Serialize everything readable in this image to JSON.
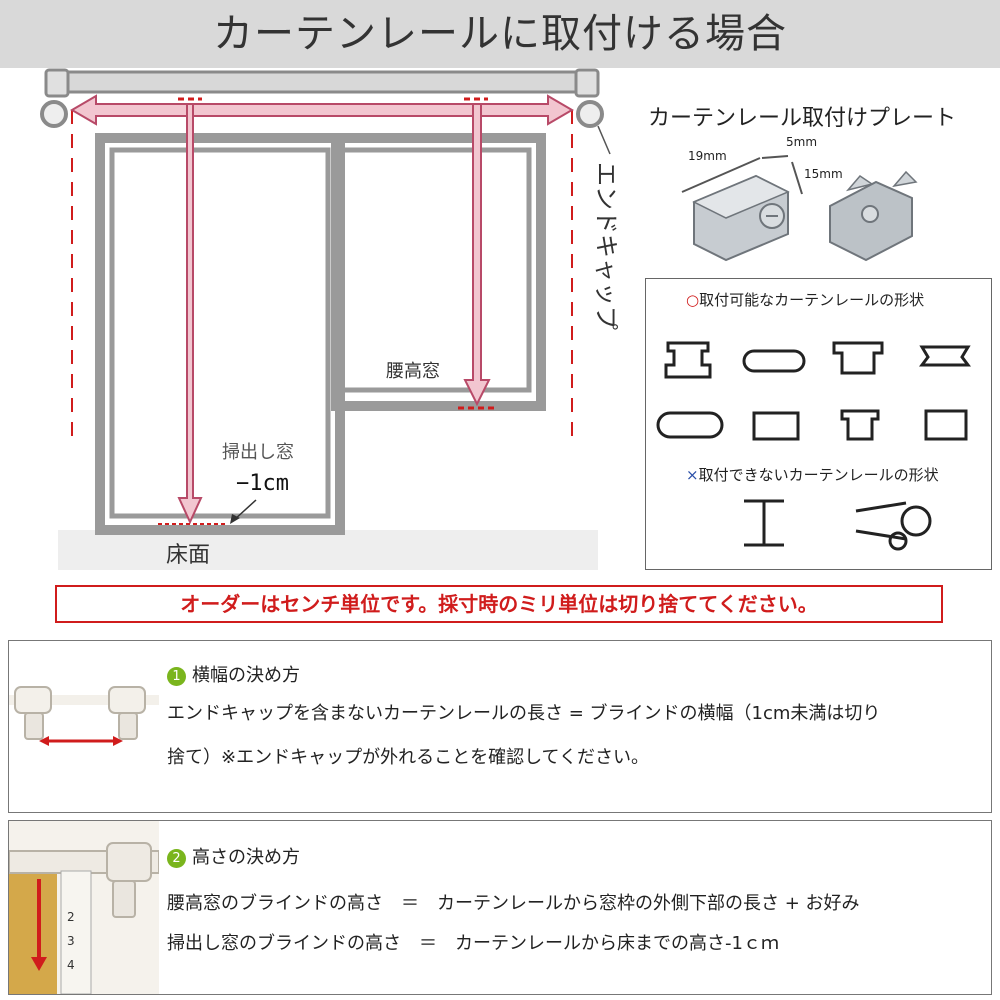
{
  "header": {
    "title": "カーテンレールに取付ける場合"
  },
  "diagram": {
    "end_cap_label": "エンドキャップ",
    "waist_window_label": "腰高窓",
    "sweep_window_label": "掃出し窓",
    "sweep_offset_label": "−1cm",
    "floor_label": "床面"
  },
  "plate": {
    "title": "カーテンレール取付けプレート",
    "dim_width": "19mm",
    "dim_depth": "5mm",
    "dim_height": "15mm"
  },
  "rail_shapes": {
    "compatible_title": "取付可能なカーテンレールの形状",
    "compatible_mark": "○",
    "incompatible_title": "取付できないカーテンレールの形状",
    "incompatible_mark": "×"
  },
  "notice": {
    "text": "オーダーはセンチ単位です。採寸時のミリ単位は切り捨ててください。"
  },
  "width_section": {
    "number": "1",
    "title": "横幅の決め方",
    "line1": "エンドキャップを含まないカーテンレールの長さ = ブラインドの横幅（1cm未満は切り",
    "line2": "捨て）※エンドキャップが外れることを確認してください。"
  },
  "height_section": {
    "number": "2",
    "title": "高さの決め方",
    "line1": "腰高窓のブラインドの高さ　＝　カーテンレールから窓枠の外側下部の長さ + お好み",
    "line2": "掃出し窓のブラインドの高さ　＝　カーテンレールから床までの高さ-1ｃｍ",
    "tape_marks": [
      "2",
      "3",
      "4"
    ]
  },
  "colors": {
    "accent_red": "#d01c1c",
    "pink_arrow": "#f2c6d0",
    "frame_gray": "#9a9a9a",
    "step_green": "#7ab51d"
  }
}
